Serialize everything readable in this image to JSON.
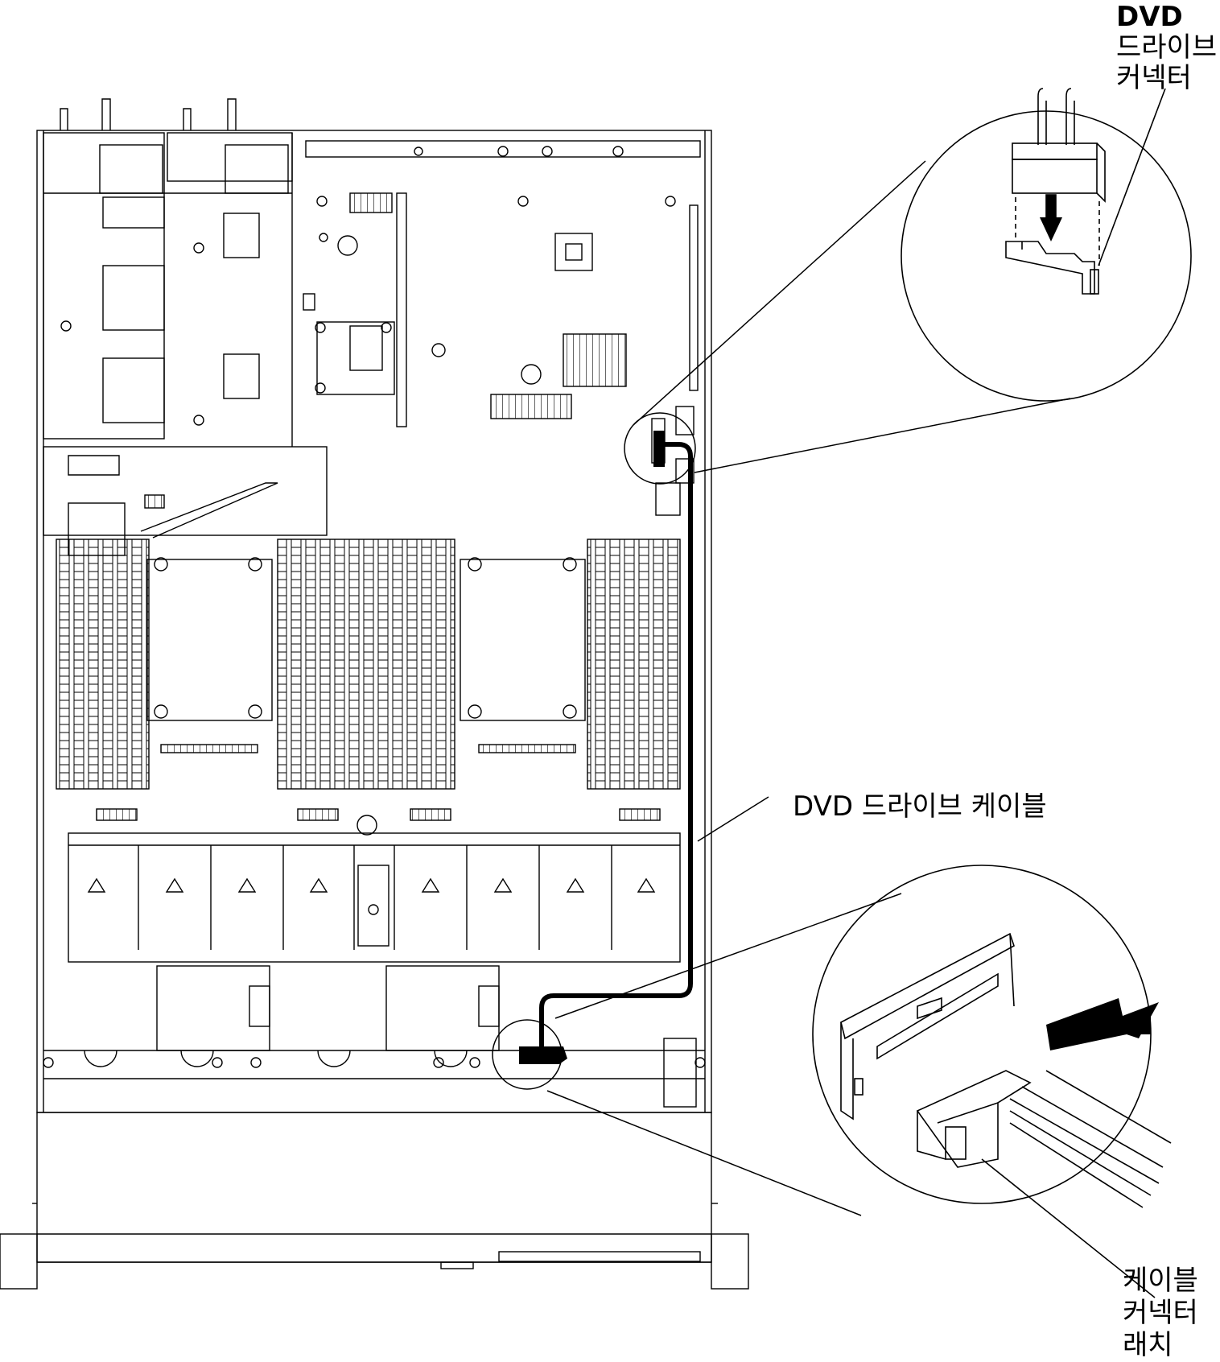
{
  "labels": {
    "dvd_connector": [
      "DVD",
      "드라이브",
      "커넥터"
    ],
    "dvd_cable": "DVD 드라이브 케이블",
    "cable_latch": [
      "케이블",
      "커넥터",
      "래치"
    ]
  },
  "colors": {
    "line": "#000000",
    "background": "#ffffff",
    "cable": "#000000"
  }
}
